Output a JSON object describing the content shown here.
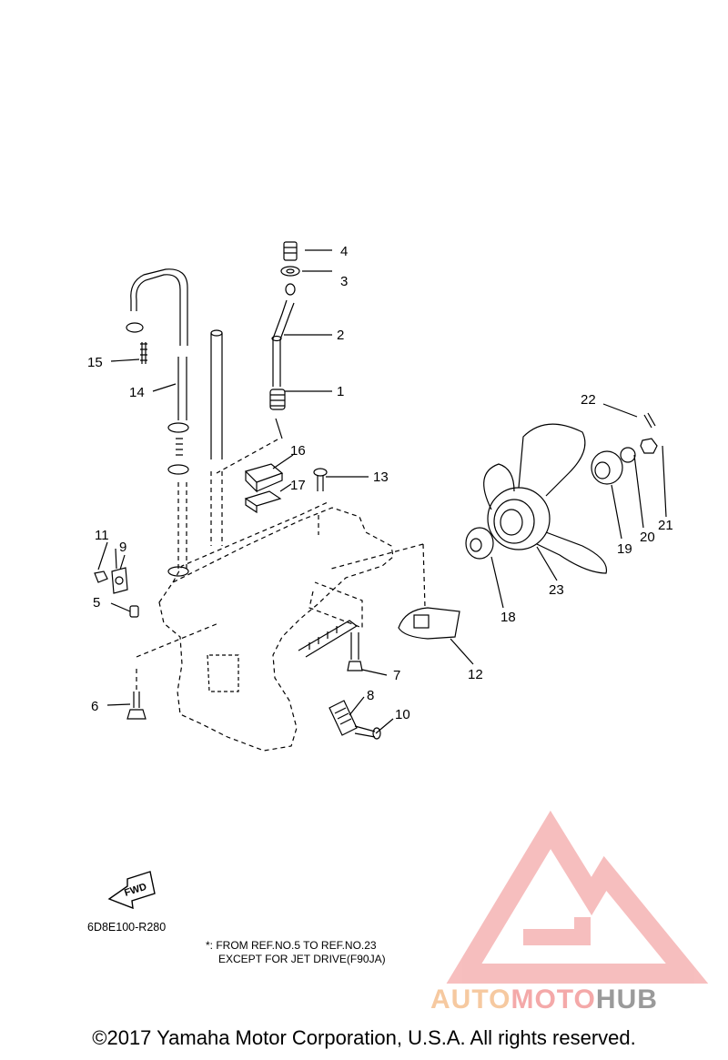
{
  "callouts": [
    "1",
    "2",
    "3",
    "4",
    "5",
    "6",
    "7",
    "8",
    "9",
    "10",
    "11",
    "12",
    "13",
    "14",
    "15",
    "16",
    "17",
    "18",
    "19",
    "20",
    "21",
    "22",
    "23"
  ],
  "fwd_label": "FWD",
  "diagram_code": "6D8E100-R280",
  "note": {
    "line1": "*: FROM REF.NO.5 TO REF.NO.23",
    "line2": "EXCEPT FOR JET DRIVE(F90JA)"
  },
  "watermark": {
    "part1": "AUTO",
    "part2": "MOTO",
    "part3": "HUB"
  },
  "copyright": "©2017 Yamaha Motor Corporation, U.S.A. All rights reserved.",
  "colors": {
    "watermark_red": "#f4a9a9",
    "watermark_orange": "#f6c9a0",
    "watermark_gray": "#9a9a9a"
  }
}
